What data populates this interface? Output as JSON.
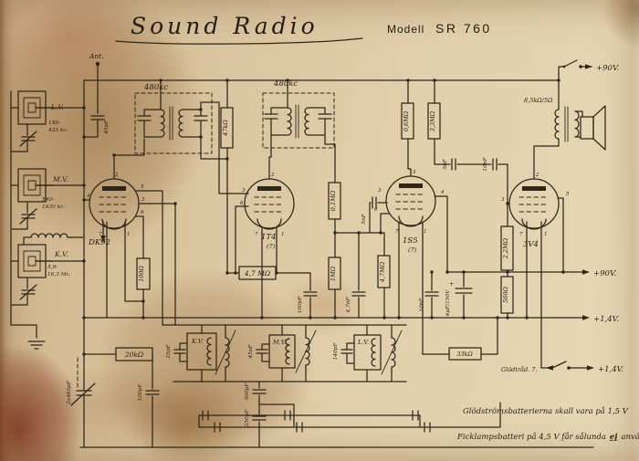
{
  "header": {
    "brand": "Sound Radio",
    "model_label": "Modell",
    "model_number": "SR 760"
  },
  "labels": {
    "antenna": "Ant.",
    "antenna_cap": "45pF",
    "if1": "480kc",
    "if2": "480kc",
    "r_47k": "47kΩ",
    "r_01m": "0,1MΩ",
    "r_1m": "1MΩ",
    "r_47m_v": "4,7MΩ",
    "r_47m_h": "4,7 MΩ",
    "r_100": "100Ω",
    "r_06m": "0,6MΩ",
    "r_33m": "3,3MΩ",
    "r_22m": "2,2MΩ",
    "r_560": "560Ω",
    "r_20k": "20kΩ",
    "r_33k": "33kΩ",
    "c_5nf_det": "5nF",
    "c_5nf": "5nF",
    "c_10nf_b": "10nF",
    "c_100pf_a": "100pF",
    "c_47nf": "4,7nF",
    "c_10nf": "10nF",
    "c_elect": "4μF/150V",
    "elect_plus": "+",
    "c_tune": "2x485pF",
    "c_100pf_b": "100pF",
    "c_500pf": "500pF",
    "c_250pf": "250pF",
    "out_transformer": "8,5kΩ/5Ω",
    "rail_90_top": "+90V.",
    "rail_90_mid": "+90V.",
    "rail_14_mid": "+1,4V.",
    "rail_14_bot": "+1,4V.",
    "filament_label": "Glödtråd. 7."
  },
  "band_coils": [
    {
      "name": "L.V.",
      "range_top": "180-",
      "range_bottom": "425 kc."
    },
    {
      "name": "M.V.",
      "range_top": "540-",
      "range_bottom": "1630 kc."
    },
    {
      "name": "K.V.",
      "range_top": "5,9-",
      "range_bottom": "16,3 Mc."
    }
  ],
  "osc_coils": [
    {
      "name": "K.V.",
      "cap": "25pF"
    },
    {
      "name": "M.V.",
      "cap": "45pF"
    },
    {
      "name": "L.V.",
      "cap": "140pF"
    }
  ],
  "tubes": [
    {
      "name": "DK92",
      "pins": [
        "2",
        "4",
        "5",
        "3",
        "6",
        "7",
        "1"
      ]
    },
    {
      "name": "1T4",
      "suffix": "(7)",
      "pins": [
        "2",
        "3",
        "6",
        "7",
        "1"
      ]
    },
    {
      "name": "1S5",
      "suffix": "(7)",
      "pins": [
        "5",
        "3",
        "6",
        "4",
        "7",
        "1"
      ]
    },
    {
      "name": "3V4",
      "pins": [
        "2",
        "3",
        "5",
        "7",
        "1"
      ]
    }
  ],
  "notes": {
    "line1": "Glödströmsbatterierna skall vara på 1,5 V",
    "line2a": "Ficklampsbatteri på 4,5 V får sålunda",
    "line2b": "ej",
    "line2c": "användas."
  }
}
